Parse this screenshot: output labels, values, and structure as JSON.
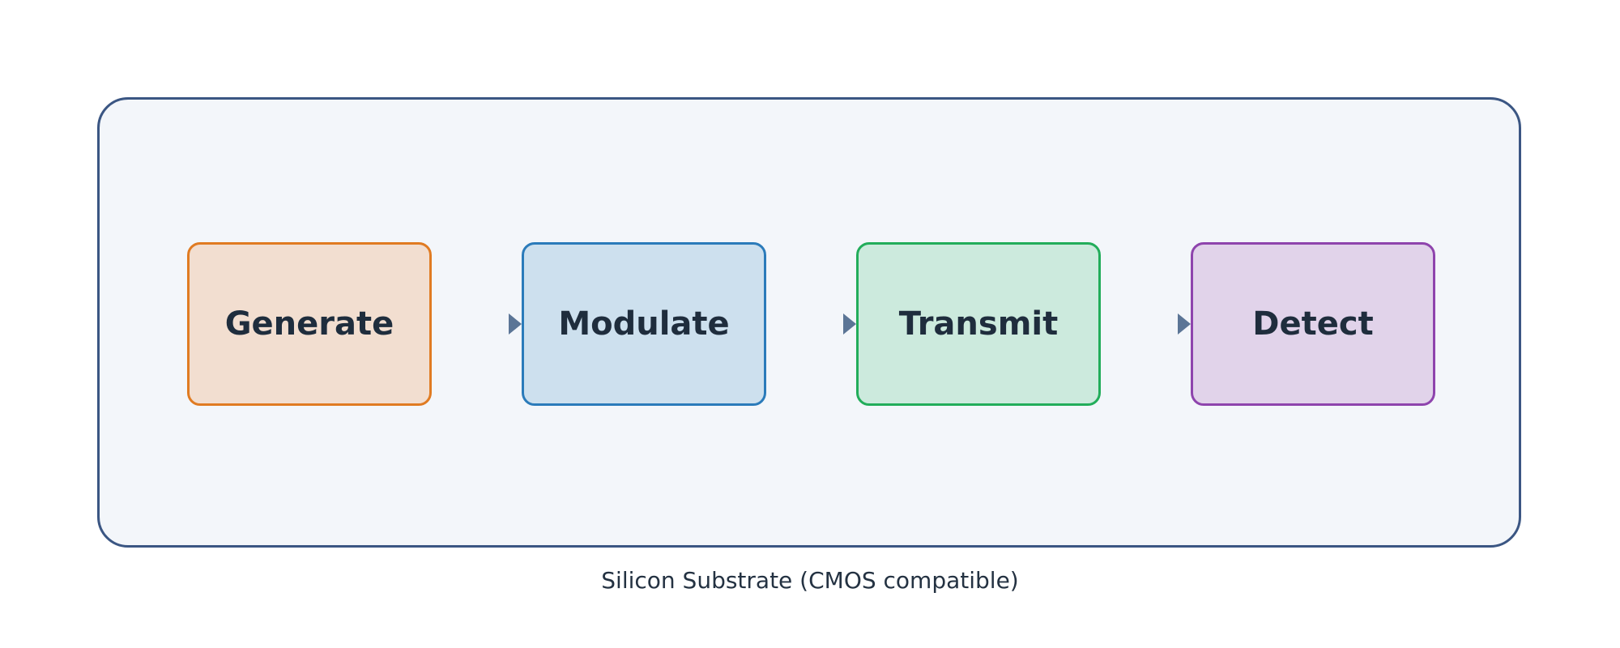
{
  "diagram": {
    "substrate_caption": "Silicon Substrate (CMOS compatible)",
    "connector_color": "#5b7596",
    "substrate_border_color": "#3b5683",
    "substrate_fill_color": "#f3f6fa",
    "stages": [
      {
        "label": "Generate",
        "border_color": "#e07b22",
        "fill_color": "#f2ded0"
      },
      {
        "label": "Modulate",
        "border_color": "#2b7bba",
        "fill_color": "#cde0ee"
      },
      {
        "label": "Transmit",
        "border_color": "#22ad5a",
        "fill_color": "#cceadd"
      },
      {
        "label": "Detect",
        "border_color": "#8e44ad",
        "fill_color": "#e1d3ea"
      }
    ]
  }
}
